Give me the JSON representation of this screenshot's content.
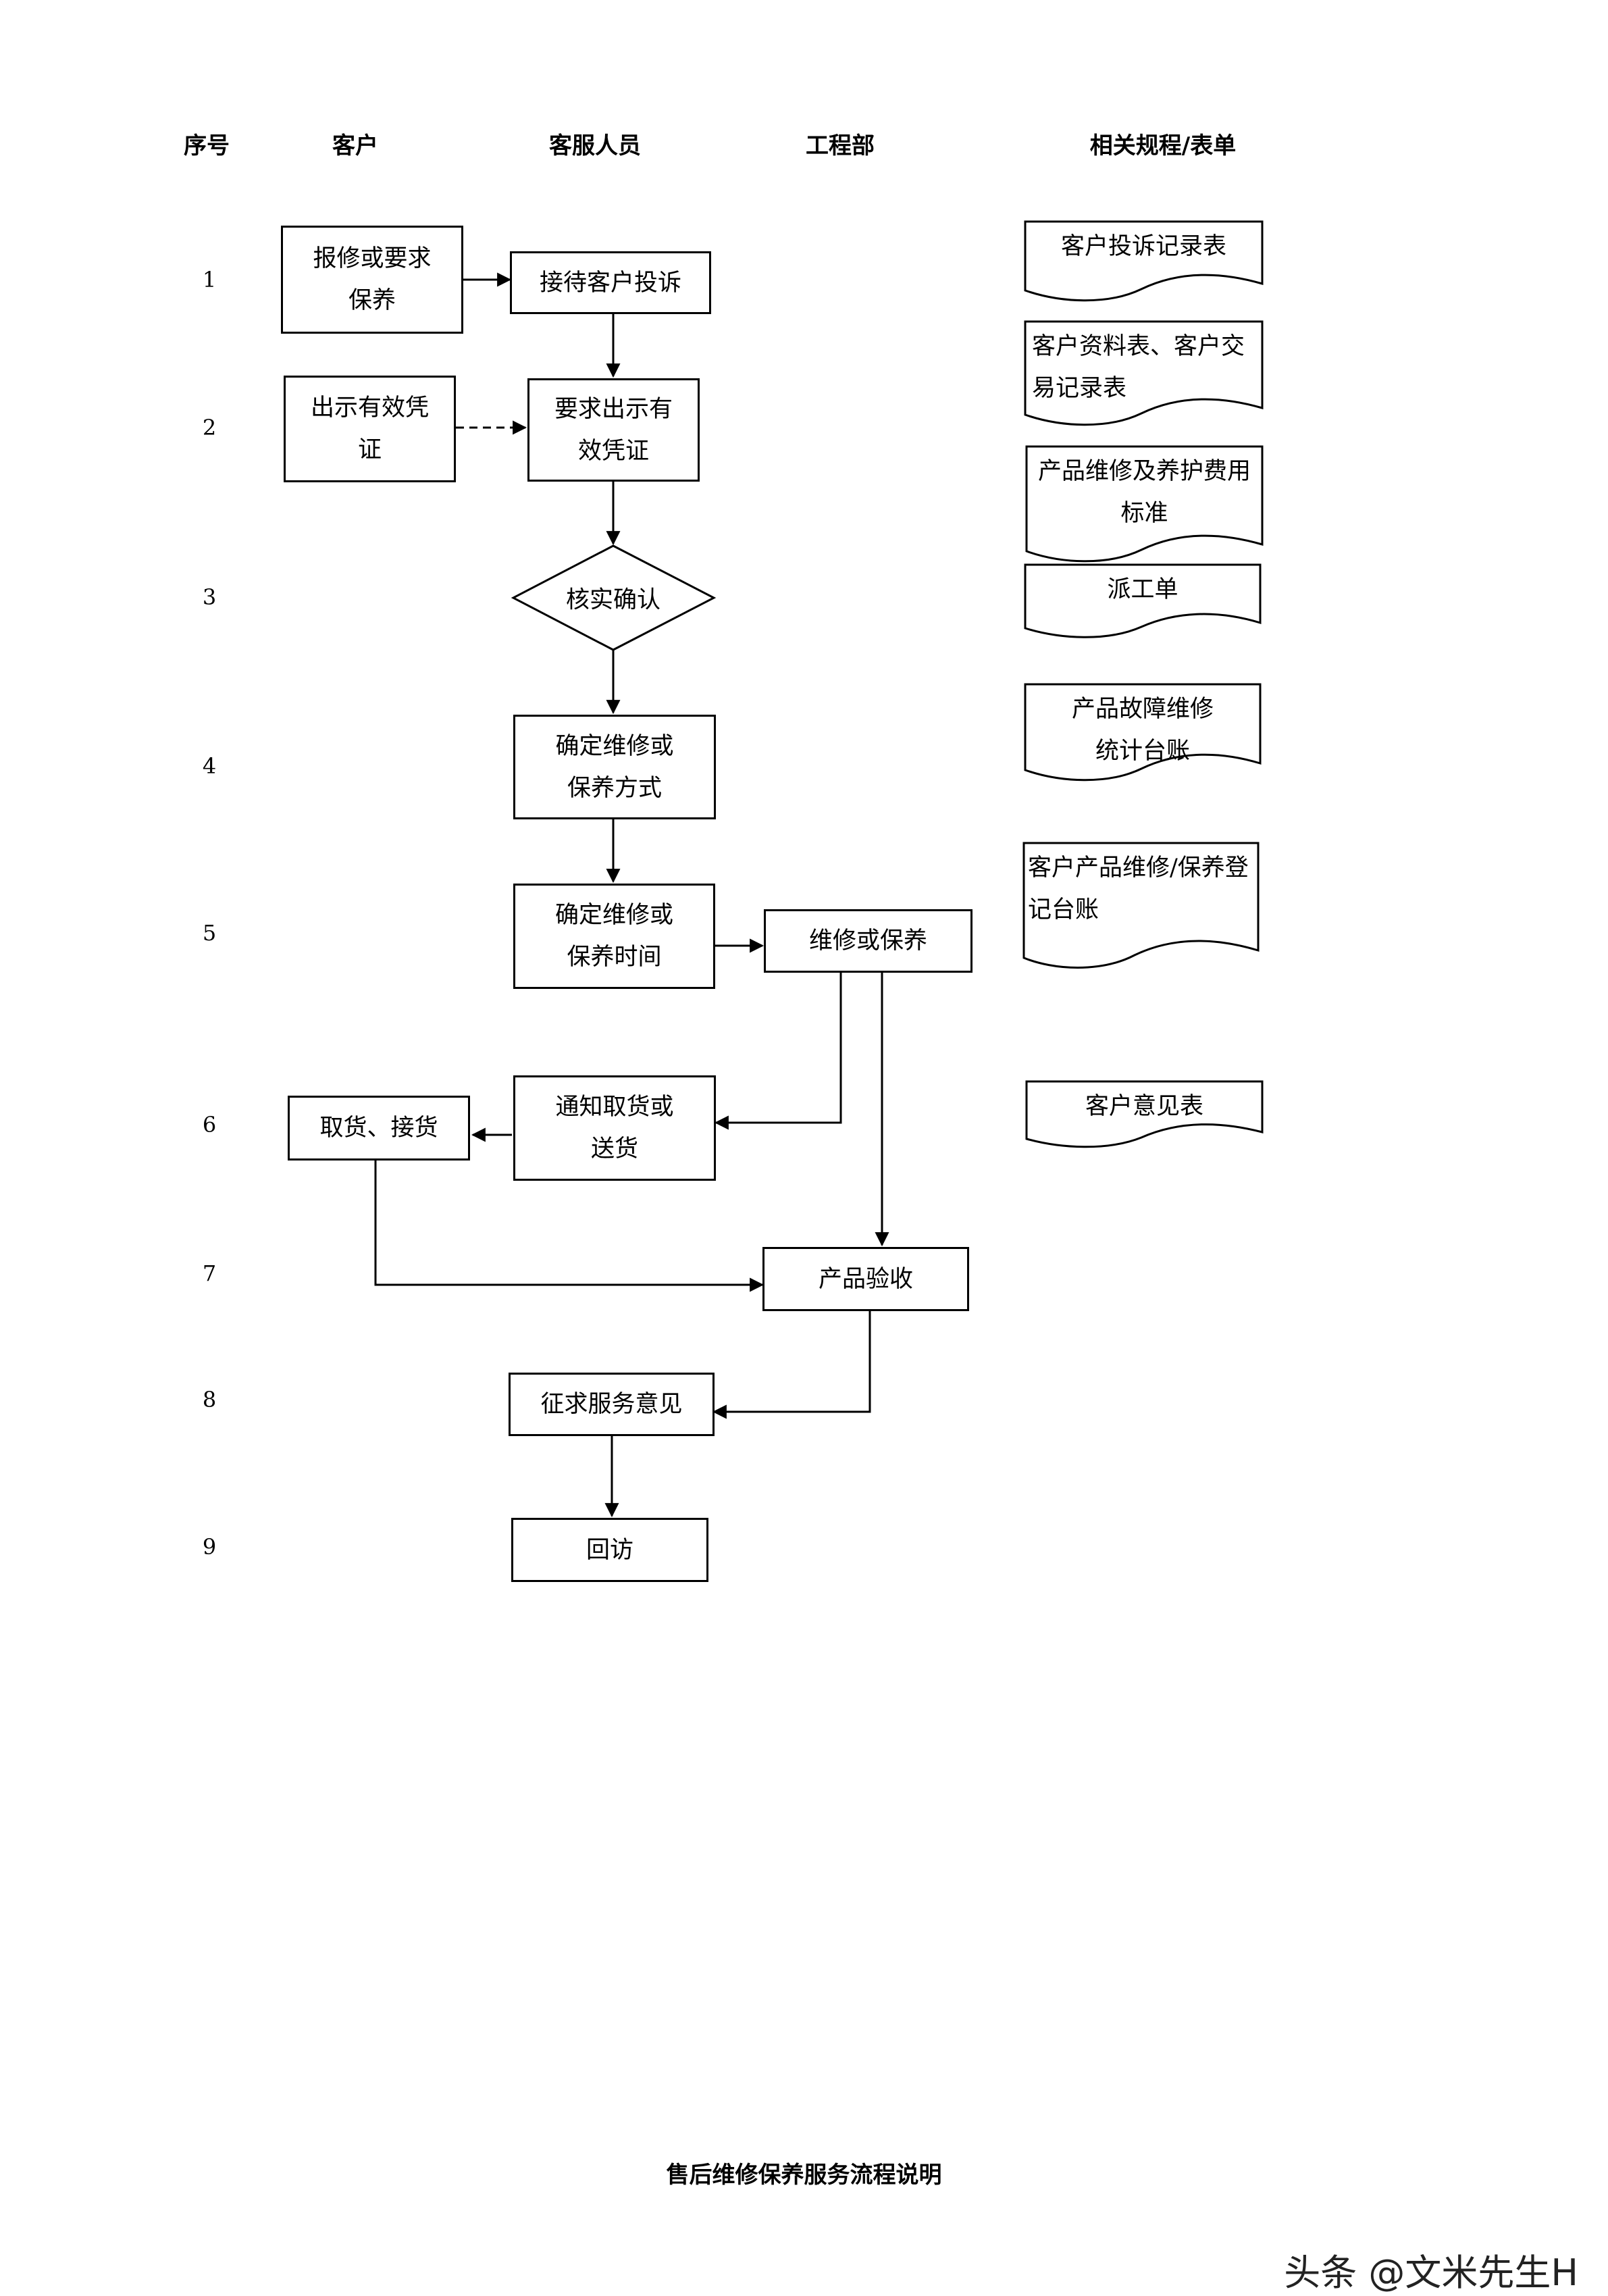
{
  "headers": {
    "seq": "序号",
    "customer": "客户",
    "cs": "客服人员",
    "eng": "工程部",
    "forms": "相关规程/表单"
  },
  "steps": [
    "1",
    "2",
    "3",
    "4",
    "5",
    "6",
    "7",
    "8",
    "9"
  ],
  "nodes": {
    "report": "报修或要求保养",
    "receive": "接待客户投诉",
    "show_cert": "出示有效凭证",
    "ask_cert": "要求出示有效凭证",
    "verify": "核实确认",
    "decide_method": "确定维修或保养方式",
    "decide_time": "确定维修或保养时间",
    "repair": "维修或保养",
    "notify": "通知取货或送货",
    "pickup": "取货、接货",
    "accept": "产品验收",
    "feedback": "征求服务意见",
    "revisit": "回访"
  },
  "docs": {
    "complaint": "客户投诉记录表",
    "info": "客户资料表、客户交易记录表",
    "fee": "产品维修及养护费用标准",
    "dispatch": "派工单",
    "fault": "产品故障维修统计台账",
    "register": "客户产品维修/保养登记台账",
    "opinion": "客户意见表"
  },
  "footer": "售后维修保养服务流程说明",
  "watermark": "头条 @文米先生H"
}
